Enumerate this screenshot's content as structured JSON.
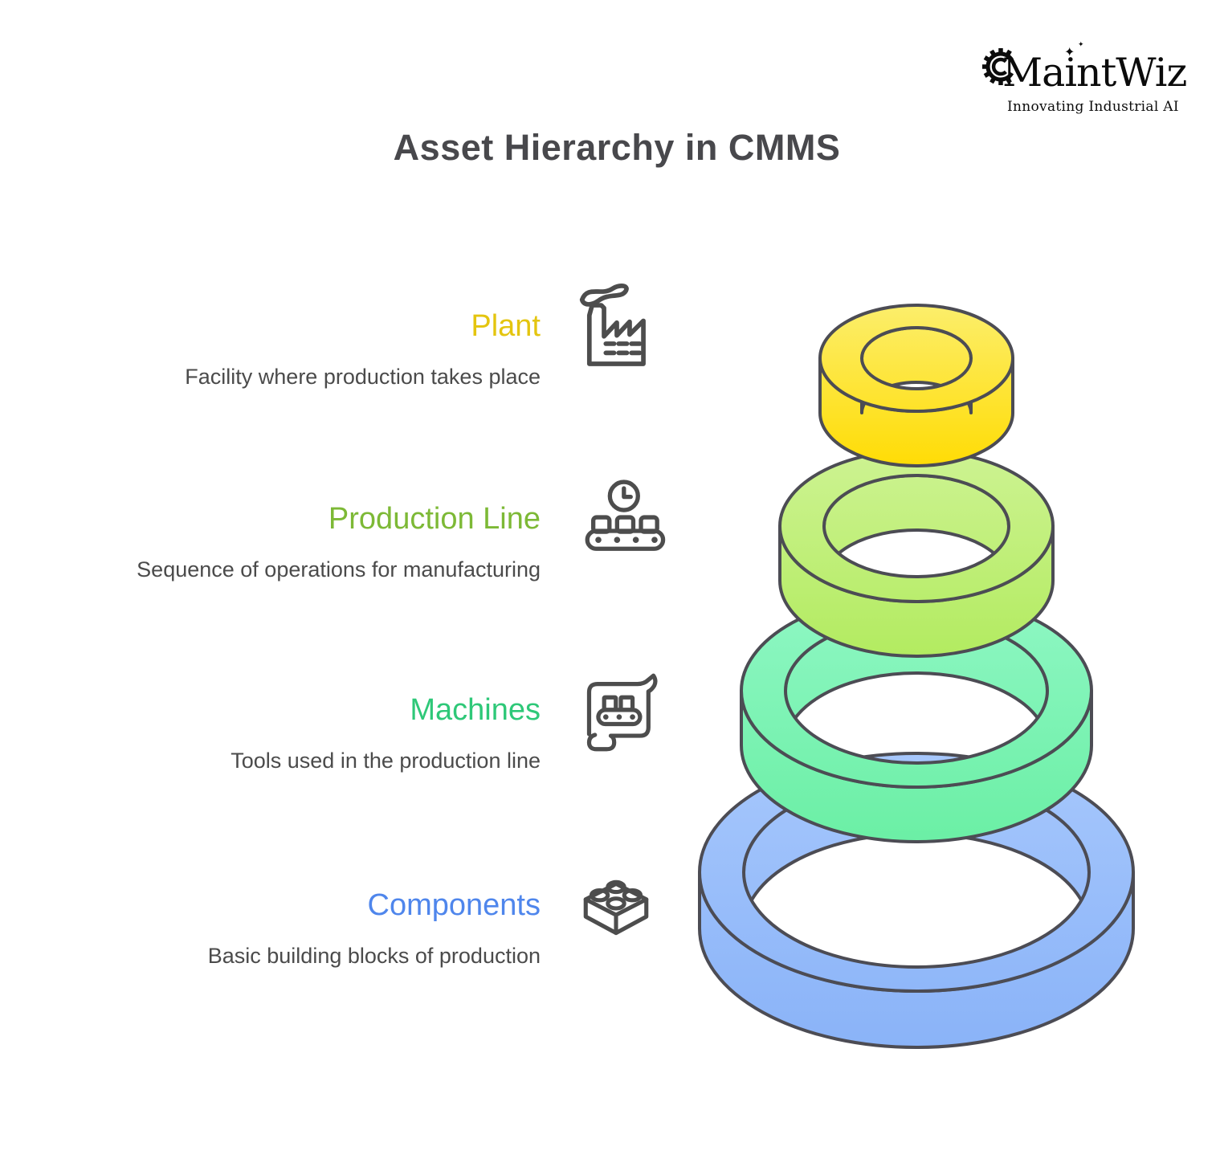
{
  "logo": {
    "name": "MaintWiz",
    "tagline": "Innovating Industrial AI",
    "sparkle": "✦",
    "sparkle_small": "✦",
    "gear_icon": "gear-icon",
    "text_color": "#0b0b0b"
  },
  "title": "Asset Hierarchy in CMMS",
  "title_color": "#48484c",
  "outline_color": "#4c4c54",
  "levels": [
    {
      "label": "Plant",
      "description": "Facility where production takes place",
      "label_color": "#e4c50f",
      "ring_color": "#ffe02e",
      "icon": "factory-icon"
    },
    {
      "label": "Production Line",
      "description": "Sequence of operations for manufacturing",
      "label_color": "#7db936",
      "ring_color": "#c3ef7e",
      "icon": "production-line-icon"
    },
    {
      "label": "Machines",
      "description": "Tools used in the production line",
      "label_color": "#2ec878",
      "ring_color": "#7df3b6",
      "icon": "machines-blueprint-icon"
    },
    {
      "label": "Components",
      "description": "Basic building blocks of production",
      "label_color": "#4f86ec",
      "ring_color": "#9ac0fb",
      "icon": "lego-brick-icon"
    }
  ]
}
